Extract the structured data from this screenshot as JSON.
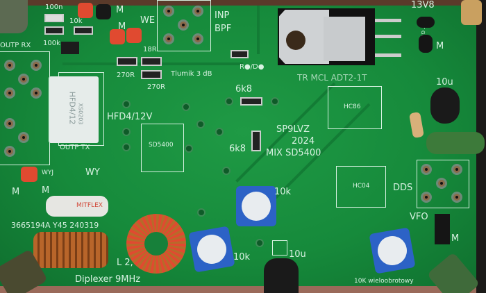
{
  "labels": {
    "c100n": "100n",
    "r10k": "10k",
    "m1": "M",
    "r100k": "100k",
    "outp_rx": "OUTP RX",
    "we": "WE",
    "m2": "M",
    "inp_bpf_1": "INP",
    "inp_bpf_2": "BPF",
    "r18r": "18R",
    "r270a": "270R",
    "r270b": "270R",
    "tlumik": "Tlumik 3 dB",
    "rd": "R●/D●",
    "trmcl": "TR MCL ADT2-1T",
    "v13v8": "13V8",
    "out_gnd": "OUT GND",
    "m3": "M",
    "c10u_1": "10u",
    "hc86": "HC86",
    "r6k8a": "6k8",
    "hfd": "HFD4/12V",
    "sd5400": "SD5400",
    "sp9lvz": "SP9LVZ",
    "year": "2024",
    "mix": "MIX SD5400",
    "r6k8b": "6k8",
    "outp_tx": "OUTP TX",
    "wyj": "WYJ",
    "m4": "M",
    "m5": "M",
    "wy": "WY",
    "hc04": "HC04",
    "dds": "DDS",
    "vfo": "VFO",
    "m6": "M",
    "pot1": "10k",
    "pot2": "10k",
    "c10u_2": "10u",
    "serial": "3665194A Y45 240319",
    "l2": "L 2,",
    "diplexer": "Diplexer 9MHz",
    "wielo": "10K wieloobrotowy",
    "relay": "HFD4/12",
    "relay_code": "XS0203",
    "reed": "MITFLEX"
  }
}
